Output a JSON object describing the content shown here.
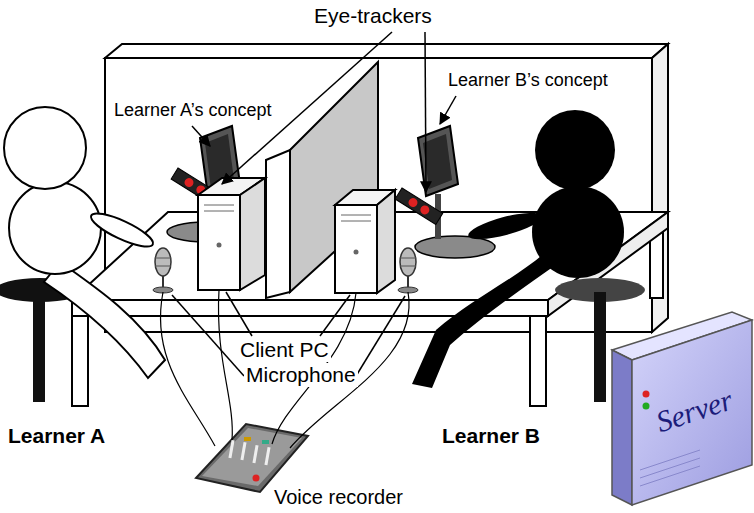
{
  "diagram": {
    "nodes": [
      {
        "text": [
          "Server"
        ]
      }
    ],
    "labels": [
      "Eye-trackers",
      "Learner A’s concept",
      "Learner B’s concept",
      "Client PC",
      "Microphone",
      "Learner A",
      "Learner B",
      "Voice recorder"
    ]
  }
}
